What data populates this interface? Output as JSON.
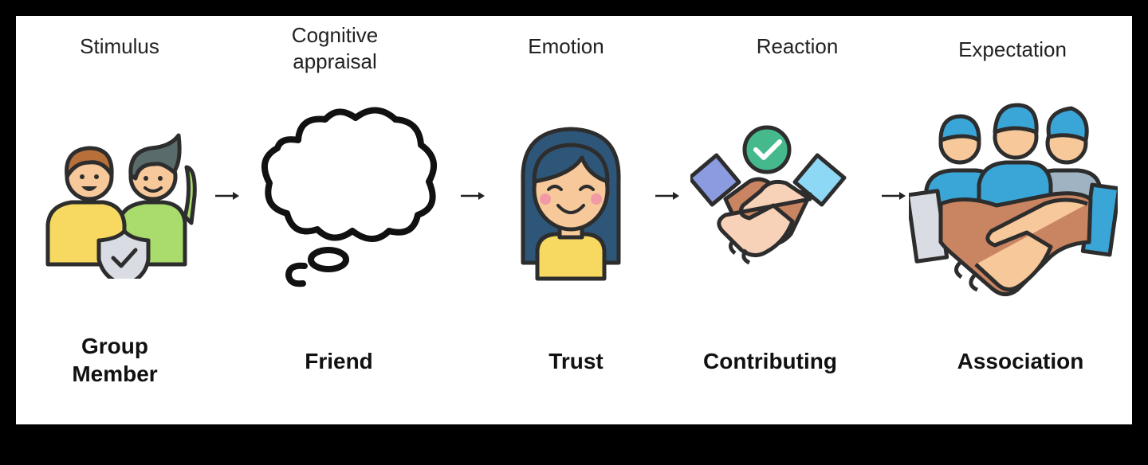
{
  "stages": [
    {
      "header": "Stimulus",
      "label": "Group Member",
      "icon": "group-member-shield-icon"
    },
    {
      "header": "Cognitive appraisal",
      "label": "Friend",
      "icon": "thought-cloud-icon"
    },
    {
      "header": "Emotion",
      "label": "Trust",
      "icon": "smiling-person-icon"
    },
    {
      "header": "Reaction",
      "label": "Contributing",
      "icon": "handshake-check-icon"
    },
    {
      "header": "Expectation",
      "label": "Association",
      "icon": "team-handshake-icon"
    }
  ],
  "colors": {
    "outline": "#2d2d2d",
    "skin": "#f6c89a",
    "yellow": "#f7d860",
    "green": "#a9dc6c",
    "blue": "#3aa6d8",
    "teal": "#46b98c",
    "periwinkle": "#8a9be0",
    "darkhair": "#2e5678"
  }
}
